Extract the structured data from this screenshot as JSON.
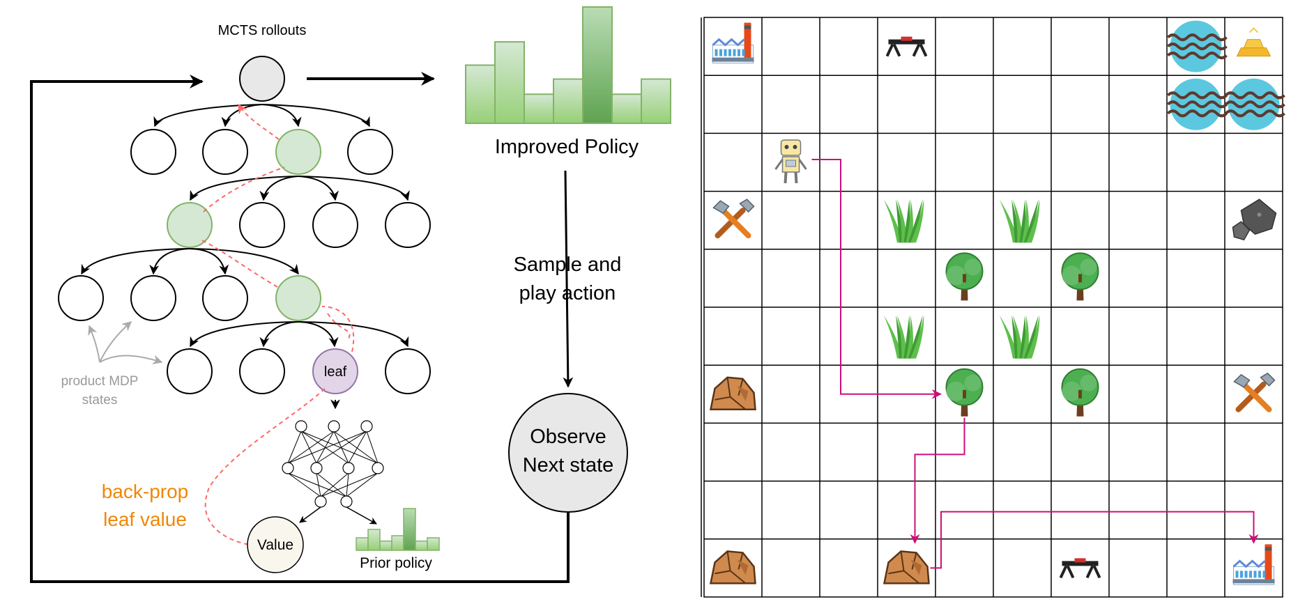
{
  "left_panel": {
    "mcts_title": "MCTS rollouts",
    "improved_policy_label": "Improved Policy",
    "sample_action_line1": "Sample and",
    "sample_action_line2": "play action",
    "observe_line1": "Observe",
    "observe_line2": "Next state",
    "leaf_label": "leaf",
    "value_label": "Value",
    "prior_policy_label": "Prior policy",
    "product_mdp_line1": "product MDP",
    "product_mdp_line2": "states",
    "backprop_line1": "back-prop",
    "backprop_line2": "leaf value",
    "improved_policy_bars": [
      0.5,
      0.7,
      0.25,
      0.38,
      1.0,
      0.25,
      0.38
    ],
    "prior_policy_bars": [
      0.3,
      0.5,
      0.22,
      0.35,
      1.0,
      0.22,
      0.3
    ]
  },
  "grid_world": {
    "rows": 10,
    "cols": 10,
    "objects": [
      {
        "row": 0,
        "col": 0,
        "icon": "factory"
      },
      {
        "row": 0,
        "col": 3,
        "icon": "workbench"
      },
      {
        "row": 0,
        "col": 8,
        "icon": "water"
      },
      {
        "row": 0,
        "col": 9,
        "icon": "gold"
      },
      {
        "row": 1,
        "col": 8,
        "icon": "water"
      },
      {
        "row": 1,
        "col": 9,
        "icon": "water"
      },
      {
        "row": 2,
        "col": 1,
        "icon": "robot"
      },
      {
        "row": 3,
        "col": 0,
        "icon": "toolshed"
      },
      {
        "row": 3,
        "col": 3,
        "icon": "grass"
      },
      {
        "row": 3,
        "col": 5,
        "icon": "grass"
      },
      {
        "row": 3,
        "col": 9,
        "icon": "iron"
      },
      {
        "row": 4,
        "col": 4,
        "icon": "tree"
      },
      {
        "row": 4,
        "col": 6,
        "icon": "tree"
      },
      {
        "row": 5,
        "col": 3,
        "icon": "grass"
      },
      {
        "row": 5,
        "col": 5,
        "icon": "grass"
      },
      {
        "row": 6,
        "col": 0,
        "icon": "rock"
      },
      {
        "row": 6,
        "col": 4,
        "icon": "tree"
      },
      {
        "row": 6,
        "col": 6,
        "icon": "tree"
      },
      {
        "row": 6,
        "col": 9,
        "icon": "toolshed"
      },
      {
        "row": 9,
        "col": 0,
        "icon": "rock"
      },
      {
        "row": 9,
        "col": 3,
        "icon": "rock"
      },
      {
        "row": 9,
        "col": 6,
        "icon": "workbench"
      },
      {
        "row": 9,
        "col": 9,
        "icon": "factory"
      }
    ],
    "path_color": "#cc0f7a"
  },
  "colors": {
    "green_fill": "#d5e8d4",
    "green_stroke": "#82b366",
    "leaf_fill": "#e1d5e7",
    "leaf_stroke": "#9673a6",
    "orange_text": "#f08705",
    "red_dashed": "#ff6666",
    "gray_text": "#999999"
  }
}
